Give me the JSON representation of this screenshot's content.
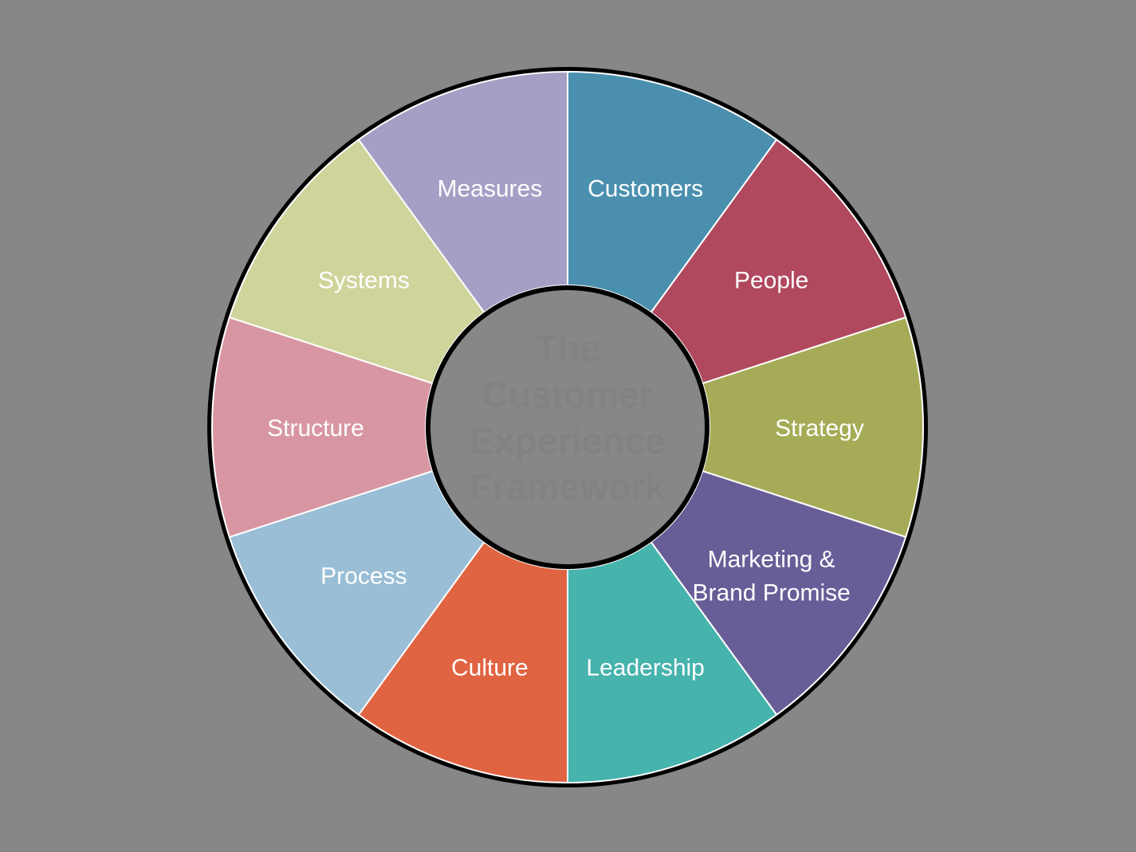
{
  "background_color": "#878787",
  "center": {
    "lines": [
      "The",
      "Customer",
      "Experience",
      "Framework"
    ]
  },
  "segments": [
    {
      "label": [
        "Customers"
      ],
      "color": "#4a8fae"
    },
    {
      "label": [
        "People"
      ],
      "color": "#b0485e"
    },
    {
      "label": [
        "Strategy"
      ],
      "color": "#a6ab57"
    },
    {
      "label": [
        "Marketing &",
        "Brand Promise"
      ],
      "color": "#695d97"
    },
    {
      "label": [
        "Leadership"
      ],
      "color": "#46b3ad"
    },
    {
      "label": [
        "Culture"
      ],
      "color": "#e06442"
    },
    {
      "label": [
        "Process"
      ],
      "color": "#99bed5"
    },
    {
      "label": [
        "Structure"
      ],
      "color": "#d896a3"
    },
    {
      "label": [
        "Systems"
      ],
      "color": "#cfd49b"
    },
    {
      "label": [
        "Measures"
      ],
      "color": "#a59fc5"
    }
  ]
}
